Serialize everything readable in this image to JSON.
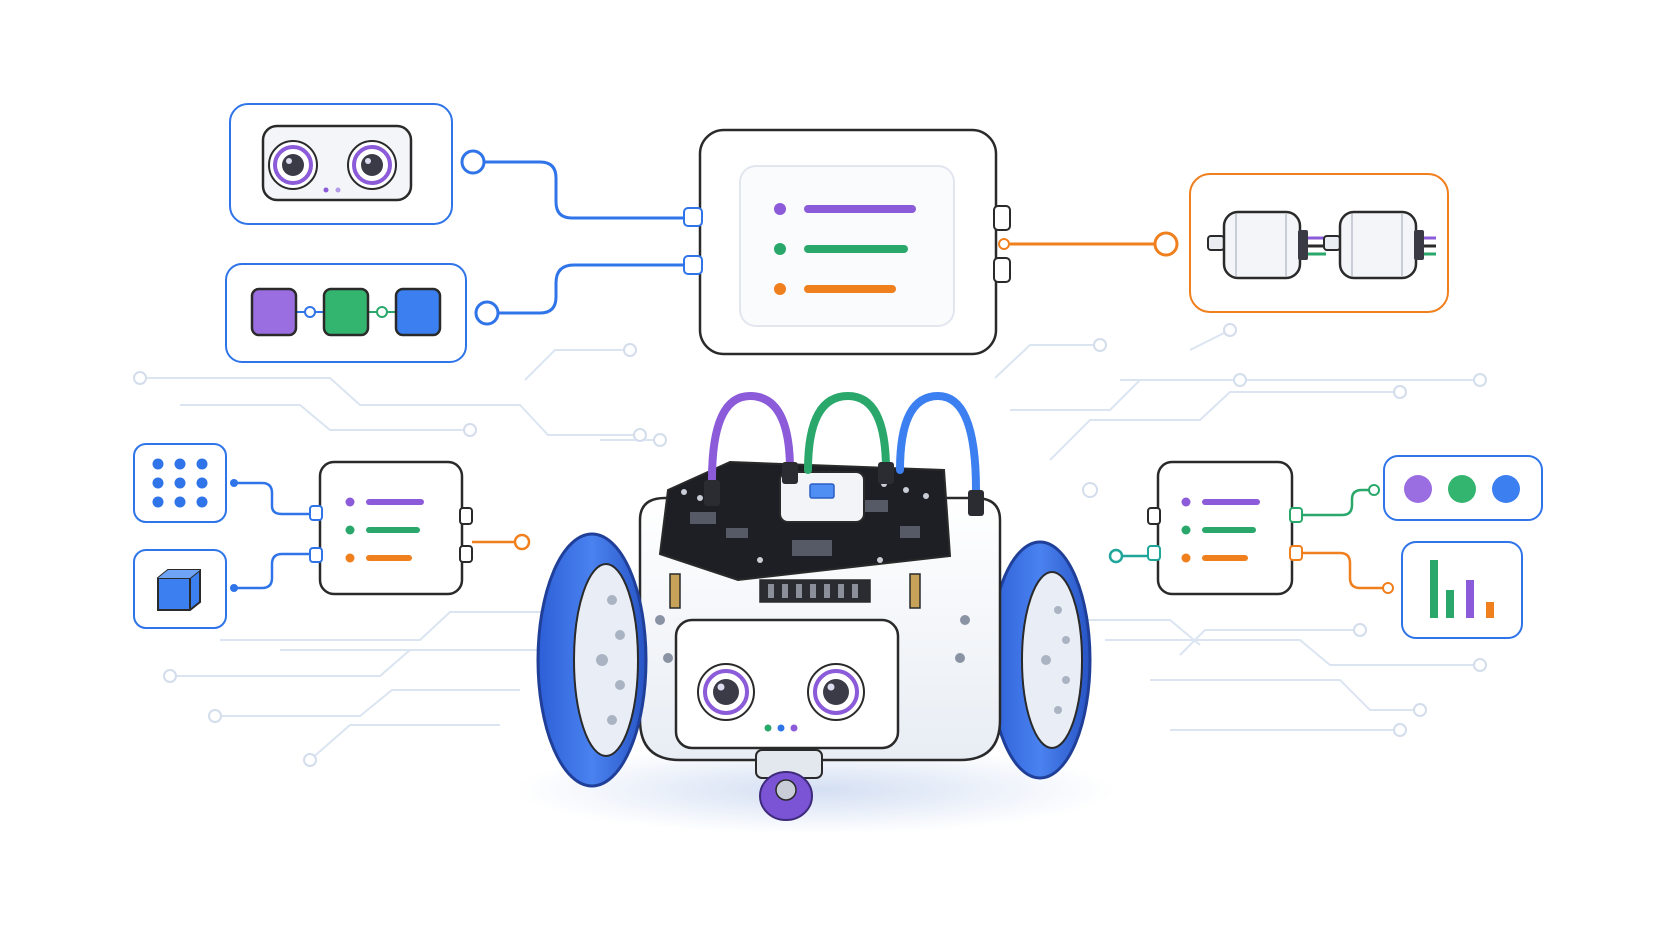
{
  "diagram": {
    "title": "",
    "colors": {
      "blue": "#2f74e8",
      "purple": "#8b5bd9",
      "green": "#2aa86b",
      "orange": "#f07f1e",
      "teal": "#1fa59a",
      "trace": "#d9e4f2",
      "outline": "#2a2a2a",
      "board": "#1d1f24",
      "wheel": "#3a6fe3",
      "caster": "#7b54d6"
    },
    "nodes": [
      {
        "id": "sensor-eyes-module",
        "icon": "ultrasonic-sensor-icon",
        "accent": "blue"
      },
      {
        "id": "block-sequence-module",
        "icon": "color-blocks-icon",
        "accent": "blue"
      },
      {
        "id": "central-controller",
        "icon": "list-icon",
        "accent": "none"
      },
      {
        "id": "motors-module",
        "icon": "motor-icon",
        "accent": "orange"
      },
      {
        "id": "dot-grid-module",
        "icon": "dot-grid-icon",
        "accent": "blue"
      },
      {
        "id": "cube-module",
        "icon": "cube-icon",
        "accent": "blue"
      },
      {
        "id": "left-controller",
        "icon": "list-icon",
        "accent": "none"
      },
      {
        "id": "right-controller",
        "icon": "list-icon",
        "accent": "none"
      },
      {
        "id": "color-dots-module",
        "icon": "color-dots-icon",
        "accent": "blue"
      },
      {
        "id": "bar-chart-module",
        "icon": "bar-chart-icon",
        "accent": "blue"
      },
      {
        "id": "robot-car",
        "icon": "robot-icon",
        "accent": "blue"
      }
    ],
    "connections": [
      {
        "from": "sensor-eyes-module",
        "to": "central-controller",
        "color": "blue"
      },
      {
        "from": "block-sequence-module",
        "to": "central-controller",
        "color": "blue"
      },
      {
        "from": "central-controller",
        "to": "motors-module",
        "color": "orange"
      },
      {
        "from": "dot-grid-module",
        "to": "left-controller",
        "color": "blue"
      },
      {
        "from": "cube-module",
        "to": "left-controller",
        "color": "blue"
      },
      {
        "from": "right-controller",
        "to": "color-dots-module",
        "color": "green"
      },
      {
        "from": "right-controller",
        "to": "bar-chart-module",
        "color": "orange"
      }
    ]
  }
}
